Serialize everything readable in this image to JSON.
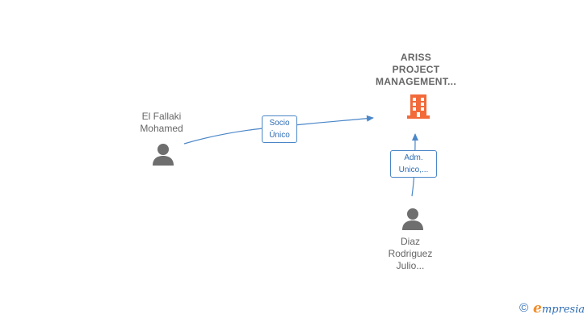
{
  "nodes": {
    "company": {
      "line1": "ARISS",
      "line2": "PROJECT",
      "line3": "MANAGEMENT..."
    },
    "person_fallaki": {
      "line1": "El Fallaki",
      "line2": "Mohamed"
    },
    "person_diaz": {
      "line1": "Diaz",
      "line2": "Rodriguez",
      "line3": "Julio..."
    }
  },
  "edges": {
    "socio": {
      "line1": "Socio",
      "line2": "Único"
    },
    "adm": {
      "line1": "Adm.",
      "line2": "Unico,..."
    }
  },
  "colors": {
    "edge": "#4a86c8",
    "company_icon": "#f26a3a",
    "person_icon": "#6e6e6e"
  },
  "icons": {
    "company": "building-icon",
    "person": "person-icon",
    "copyright": "copyright-icon"
  },
  "footer": {
    "copyright": "©",
    "brand_initial": "e",
    "brand_rest": "mpresia"
  }
}
